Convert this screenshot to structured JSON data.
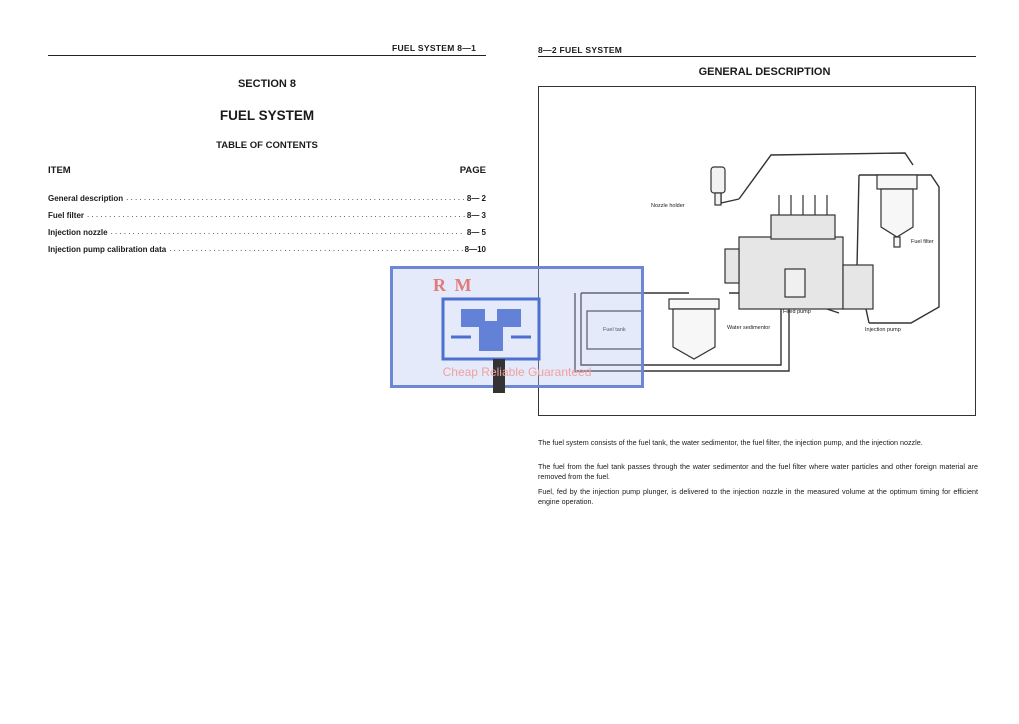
{
  "left_page": {
    "running_header": "FUEL SYSTEM 8—1",
    "section_label": "SECTION 8",
    "section_title": "FUEL SYSTEM",
    "toc_title": "TABLE OF CONTENTS",
    "col_item": "ITEM",
    "col_page": "PAGE",
    "toc": [
      {
        "label": "General description",
        "page": "8— 2"
      },
      {
        "label": "Fuel filter",
        "page": "8— 3"
      },
      {
        "label": "Injection nozzle",
        "page": "8— 5"
      },
      {
        "label": "Injection pump calibration data",
        "page": "8—10"
      }
    ]
  },
  "right_page": {
    "running_header": "8—2 FUEL SYSTEM",
    "heading": "GENERAL DESCRIPTION",
    "figure_labels": {
      "nozzle_holder": "Nozzle holder",
      "fuel_filter": "Fuel filter",
      "feed_pump": "Feed pump",
      "fuel_tank": "Fuel tank",
      "water_sedimentor": "Water sedimentor",
      "injection_pump": "Injection pump"
    },
    "paragraphs": [
      "The fuel system consists of the fuel tank, the water sedimentor, the fuel filter, the injection pump, and the injection nozzle.",
      "The fuel from the fuel tank passes through the water sedimentor and the fuel filter where water particles and other foreign material are removed from the fuel.",
      "Fuel, fed by the injection pump plunger, is delivered to the injection nozzle in the measured volume at the optimum timing for efficient engine operation."
    ]
  },
  "watermark": {
    "logo_text": "R M",
    "tagline": "Cheap Reliable Guaranteed"
  }
}
